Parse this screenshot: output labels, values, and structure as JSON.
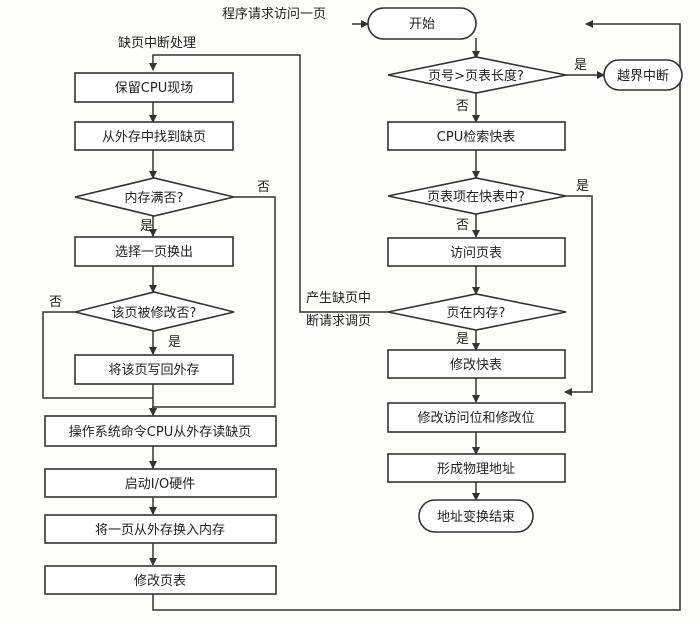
{
  "start": "开始",
  "entry_label": "程序请求访问一页",
  "page_fault_title": "缺页中断处理",
  "right": {
    "decision_page_no": "页号>页表长度?",
    "out_of_bounds": "越界中断",
    "cpu_search_tlb": "CPU检索快表",
    "decision_in_tlb": "页表项在快表中?",
    "access_page_table": "访问页表",
    "decision_in_memory": "页在内存?",
    "modify_tlb": "修改快表",
    "modify_bits": "修改访问位和修改位",
    "form_address": "形成物理地址",
    "end": "地址变换结束"
  },
  "left": {
    "save_cpu": "保留CPU现场",
    "find_page": "从外存中找到缺页",
    "decision_memory_full": "内存满否?",
    "select_page": "选择一页换出",
    "decision_modified": "该页被修改否?",
    "write_back": "将该页写回外存",
    "os_command": "操作系统命令CPU从外存读缺页",
    "start_io": "启动I/O硬件",
    "load_page": "将一页从外存换入内存",
    "modify_page_table": "修改页表"
  },
  "page_fault_label_line1": "产生缺页中",
  "page_fault_label_line2": "断请求调页",
  "labels": {
    "yes": "是",
    "no": "否"
  }
}
